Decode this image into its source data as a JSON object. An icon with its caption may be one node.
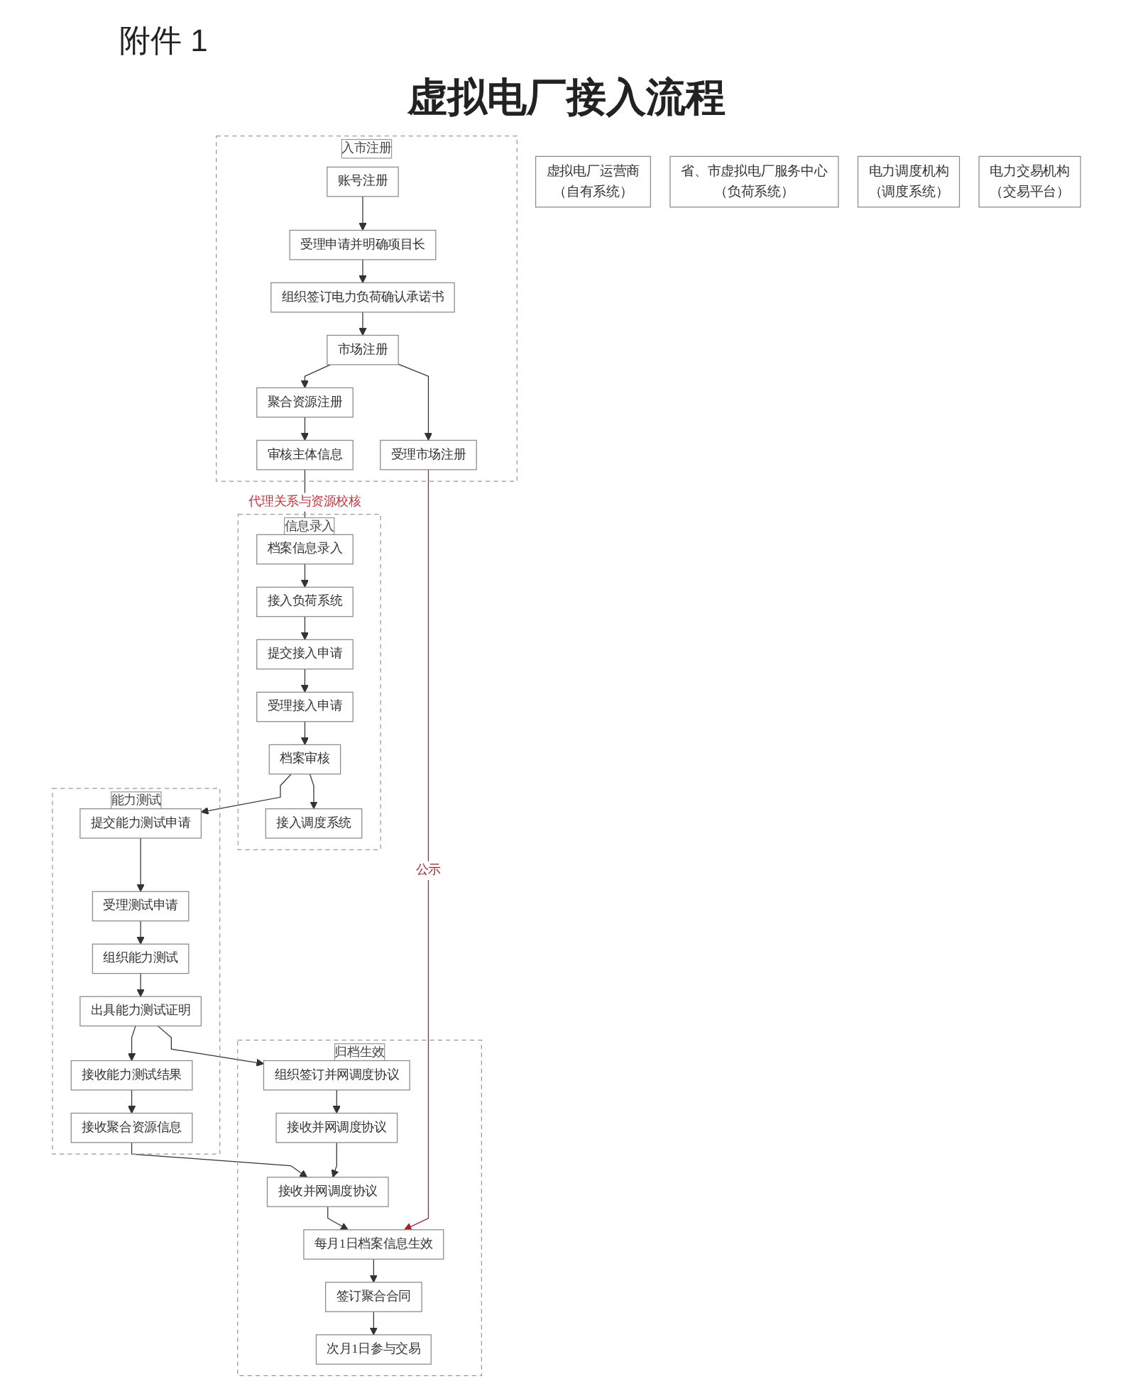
{
  "diagram": {
    "title": "虚拟电厂接入流程",
    "nodes": [
      {
        "text": [
          "虚拟电厂运营商",
          "（自有系统）"
        ]
      },
      {
        "text": [
          "省、市虚拟电厂服务中心",
          "（负荷系统）"
        ]
      },
      {
        "text": [
          "电力调度机构",
          "（调度系统）"
        ]
      },
      {
        "text": [
          "电力交易机构",
          "（交易平台）"
        ]
      },
      {
        "text": [
          "入市注册"
        ]
      },
      {
        "text": [
          "账号注册"
        ],
        "in": 4
      },
      {
        "text": [
          "受理申请并明确项目长"
        ],
        "in": 4
      },
      {
        "text": [
          "组织签订电力负荷确认承诺书"
        ],
        "in": 4
      },
      {
        "text": [
          "市场注册"
        ],
        "in": 4
      },
      {
        "text": [
          "受理市场注册"
        ],
        "in": 4
      },
      {
        "text": [
          "聚合资源注册"
        ],
        "in": 4
      },
      {
        "text": [
          "审核主体信息"
        ],
        "in": 4
      },
      {
        "text": [
          "信息录入"
        ]
      },
      {
        "text": [
          "档案信息录入"
        ],
        "in": 12
      },
      {
        "text": [
          "接入负荷系统"
        ],
        "in": 12
      },
      {
        "text": [
          "提交接入申请"
        ],
        "in": 12
      },
      {
        "text": [
          "受理接入申请"
        ],
        "in": 12
      },
      {
        "text": [
          "接入调度系统"
        ],
        "in": 12
      },
      {
        "text": [
          "档案审核"
        ],
        "in": 12
      },
      {
        "text": [
          "能力测试"
        ]
      },
      {
        "text": [
          "提交能力测试申请"
        ],
        "in": 19
      },
      {
        "text": [
          "受理测试申请"
        ],
        "in": 19
      },
      {
        "text": [
          "组织能力测试"
        ],
        "in": 19
      },
      {
        "text": [
          "接收能力测试结果"
        ],
        "in": 19
      },
      {
        "text": [
          "出具能力测试证明"
        ],
        "in": 19
      },
      {
        "text": [
          "接收聚合资源信息"
        ],
        "in": 19
      },
      {
        "text": [
          "归档生效"
        ]
      },
      {
        "text": [
          "接收并网调度协议"
        ],
        "in": 26
      },
      {
        "text": [
          "组织签订并网调度协议"
        ],
        "in": 26
      },
      {
        "text": [
          "接收并网调度协议"
        ],
        "in": 26
      },
      {
        "text": [
          "签订聚合合同"
        ],
        "in": 26
      },
      {
        "text": [
          "每月1日档案信息生效"
        ],
        "in": 26
      },
      {
        "text": [
          "次月1日参与交易"
        ],
        "in": 26
      }
    ],
    "edges": [
      {
        "from": 5,
        "to": 6,
        "arrow": "to"
      },
      {
        "from": 6,
        "to": 7,
        "arrow": "to"
      },
      {
        "from": 7,
        "to": 8,
        "arrow": "to"
      },
      {
        "from": 8,
        "to": 9,
        "arrow": "to"
      },
      {
        "from": 8,
        "to": 10,
        "arrow": "to"
      },
      {
        "from": 10,
        "to": 11,
        "arrow": "to"
      },
      {
        "from": 11,
        "to": 13,
        "arrow": "to",
        "label": "代理关系与资源校核"
      },
      {
        "from": 13,
        "to": 14,
        "arrow": "to"
      },
      {
        "from": 14,
        "to": 15,
        "arrow": "to"
      },
      {
        "from": 15,
        "to": 16,
        "arrow": "to"
      },
      {
        "from": 16,
        "to": 18,
        "arrow": "to"
      },
      {
        "from": 18,
        "to": 17,
        "arrow": "to"
      },
      {
        "from": 18,
        "to": 20,
        "arrow": "to"
      },
      {
        "from": 20,
        "to": 21,
        "arrow": "to"
      },
      {
        "from": 21,
        "to": 22,
        "arrow": "to"
      },
      {
        "from": 22,
        "to": 24,
        "arrow": "to"
      },
      {
        "from": 24,
        "to": 23,
        "arrow": "to"
      },
      {
        "from": 23,
        "to": 25,
        "arrow": "to"
      },
      {
        "from": 24,
        "to": 28,
        "arrow": "to"
      },
      {
        "from": 25,
        "to": 29,
        "arrow": "to"
      },
      {
        "from": 28,
        "to": 27,
        "arrow": "to"
      },
      {
        "from": 27,
        "to": 29,
        "arrow": "to"
      },
      {
        "from": 29,
        "to": 31,
        "arrow": "to"
      },
      {
        "from": 31,
        "to": 30,
        "arrow": "to"
      },
      {
        "from": 30,
        "to": 32,
        "arrow": "to"
      },
      {
        "from": 9,
        "to": 31,
        "arrow": "to",
        "label": "公示",
        "color": "#a3222e"
      }
    ],
    "labels": [
      "附件 1"
    ]
  }
}
